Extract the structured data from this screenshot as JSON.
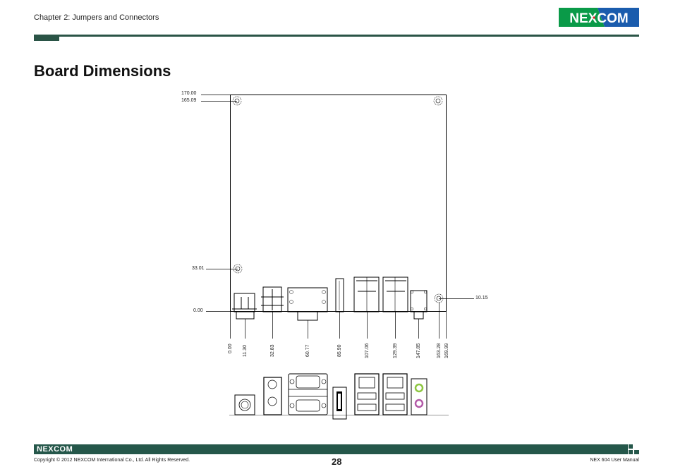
{
  "header": {
    "chapter": "Chapter 2: Jumpers and Connectors",
    "logo_text": "NEXCOM"
  },
  "page": {
    "title": "Board Dimensions"
  },
  "dimensions": {
    "left": [
      "170.00",
      "165.09",
      "33.01",
      "0.00"
    ],
    "right": "10.15",
    "bottom": [
      "0.00",
      "11.30",
      "32.83",
      "60.77",
      "85.90",
      "107.06",
      "129.39",
      "147.85",
      "163.28",
      "169.99"
    ]
  },
  "footer": {
    "logo_text": "NEXCOM",
    "copyright": "Copyright © 2012 NEXCOM International Co., Ltd. All Rights Reserved.",
    "page_number": "28",
    "manual": "NEX 604 User Manual"
  },
  "colors": {
    "brand_green": "#25574a",
    "logo_green": "#0a9a48",
    "logo_blue": "#1a5cad",
    "audio_green": "#8dc63f",
    "audio_pink": "#b35aa8"
  }
}
